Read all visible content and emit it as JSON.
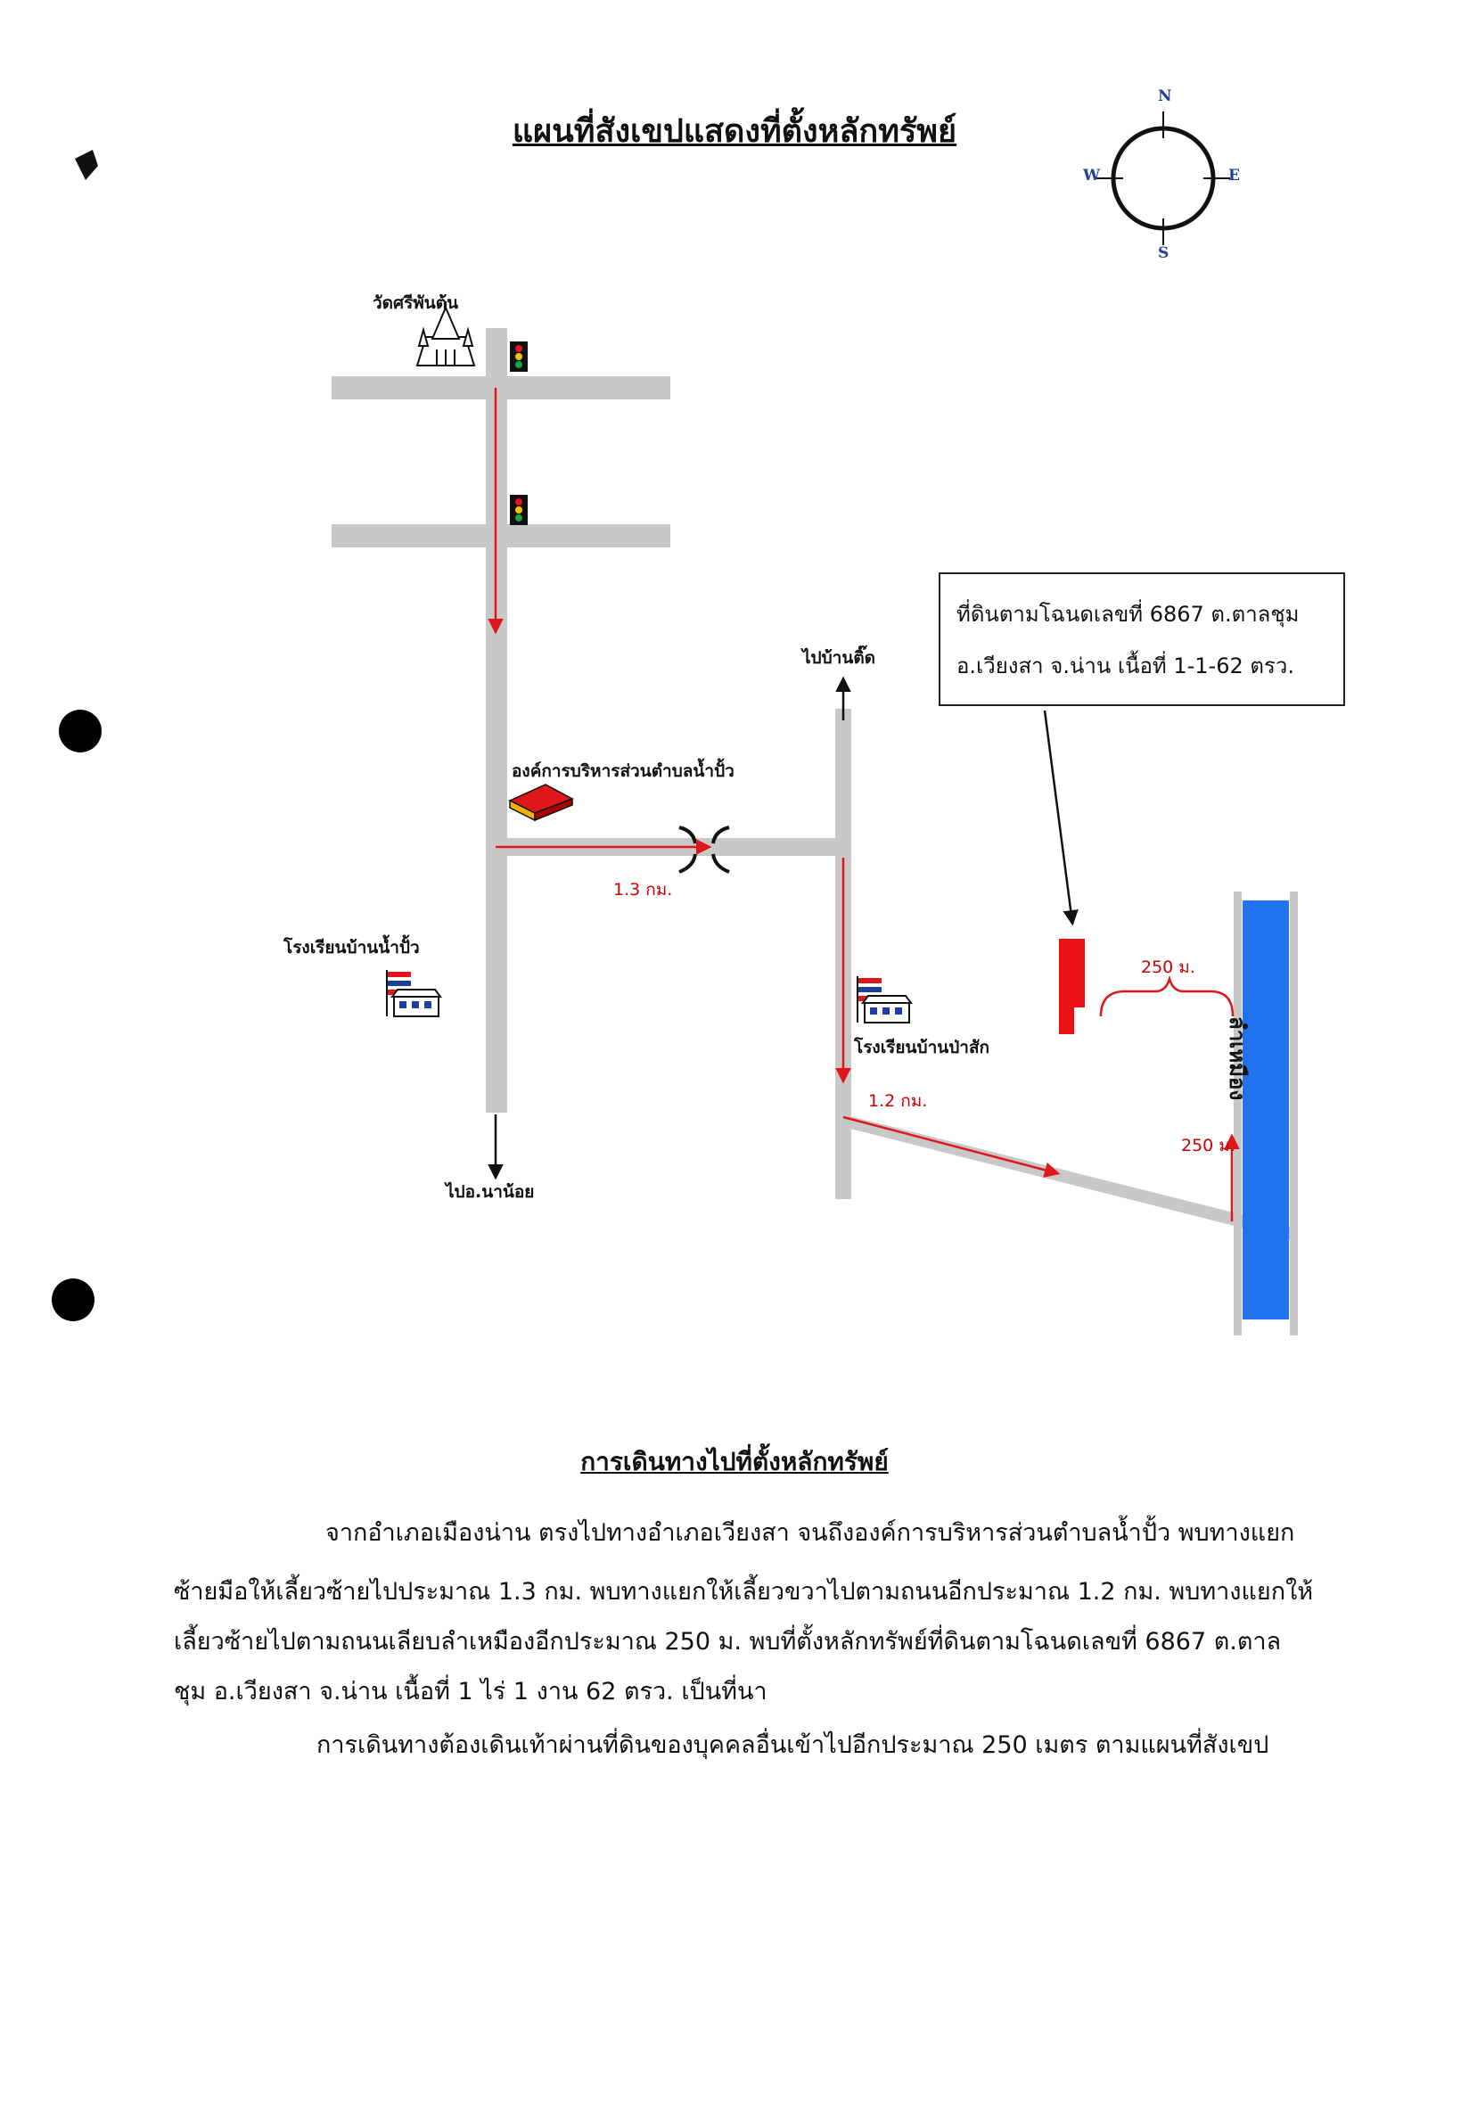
{
  "title": "แผนที่สังเขปแสดงที่ตั้งหลักทรัพย์",
  "compass": {
    "n": "N",
    "e": "E",
    "s": "S",
    "w": "W"
  },
  "landmarks": {
    "temple": "วัดศรีพันต้น",
    "tao_office": "องค์การบริหารส่วนตำบลน้ำปั้ว",
    "school_nampua": "โรงเรียนบ้านน้ำปั้ว",
    "school_pasak": "โรงเรียนบ้านป่าสัก",
    "to_ban_tid": "ไปบ้านติ๊ด",
    "to_na_noi": "ไปอ.นาน้อย",
    "river": "ลำเหมือง"
  },
  "distances": {
    "d1": "1.3 กม.",
    "d2": "1.2 กม.",
    "d3": "250 ม.",
    "d4": "250 ม."
  },
  "info_box": {
    "line1": "ที่ดินตามโฉนดเลขที่  6867   ต.ตาลชุม",
    "line2": "อ.เวียงสา   จ.น่าน  เนื้อที่ 1-1-62  ตรว."
  },
  "directions": {
    "heading": "การเดินทางไปที่ตั้งหลักทรัพย์",
    "p1": "จากอำเภอเมืองน่าน ตรงไปทางอำเภอเวียงสา   จนถึงองค์การบริหารส่วนตำบลน้ำปั้ว พบทางแยก",
    "p2": "ซ้ายมือให้เลี้ยวซ้ายไปประมาณ 1.3  กม. พบทางแยกให้เลี้ยวขวาไปตามถนนอีกประมาณ  1.2 กม. พบทางแยกให้",
    "p3": "เลี้ยวซ้ายไปตามถนนเลียบลำเหมืองอีกประมาณ  250 ม.  พบที่ตั้งหลักทรัพย์ที่ดินตามโฉนดเลขที่  6867 ต.ตาล",
    "p4": "ชุม อ.เวียงสา  จ.น่าน เนื้อที่  1  ไร่  1  งาน  62  ตรว. เป็นที่นา",
    "p5": "การเดินทางต้องเดินเท้าผ่านที่ดินของบุคคลอื่นเข้าไปอีกประมาณ  250 เมตร   ตามแผนที่สังเขป"
  },
  "colors": {
    "road": "#c8c8c8",
    "route": "#e0161b",
    "river": "#1f74ee",
    "plot": "#e81217",
    "compass": "#1d3fa0"
  }
}
